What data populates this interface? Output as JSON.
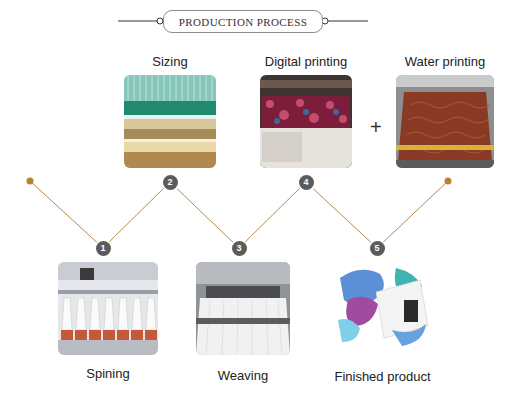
{
  "diagram": {
    "title": "PRODUCTION PROCESS",
    "nodes": [
      {
        "text": [
          "Sizing"
        ]
      },
      {
        "text": [
          "Digital printing"
        ]
      },
      {
        "text": [
          "Water printing"
        ]
      },
      {
        "text": [
          "1"
        ]
      },
      {
        "text": [
          "2"
        ]
      },
      {
        "text": [
          "3"
        ]
      },
      {
        "text": [
          "4"
        ]
      },
      {
        "text": [
          "5"
        ]
      },
      {
        "text": [
          "Spining"
        ]
      },
      {
        "text": [
          "Weaving"
        ]
      },
      {
        "text": [
          "Finished product"
        ]
      }
    ],
    "edges": [
      {
        "from": 3,
        "to": 4,
        "arrow": "none"
      },
      {
        "from": 4,
        "to": 5,
        "arrow": "none"
      },
      {
        "from": 5,
        "to": 6,
        "arrow": "none"
      },
      {
        "from": 6,
        "to": 7,
        "arrow": "none"
      }
    ],
    "labels": [
      "+"
    ]
  }
}
